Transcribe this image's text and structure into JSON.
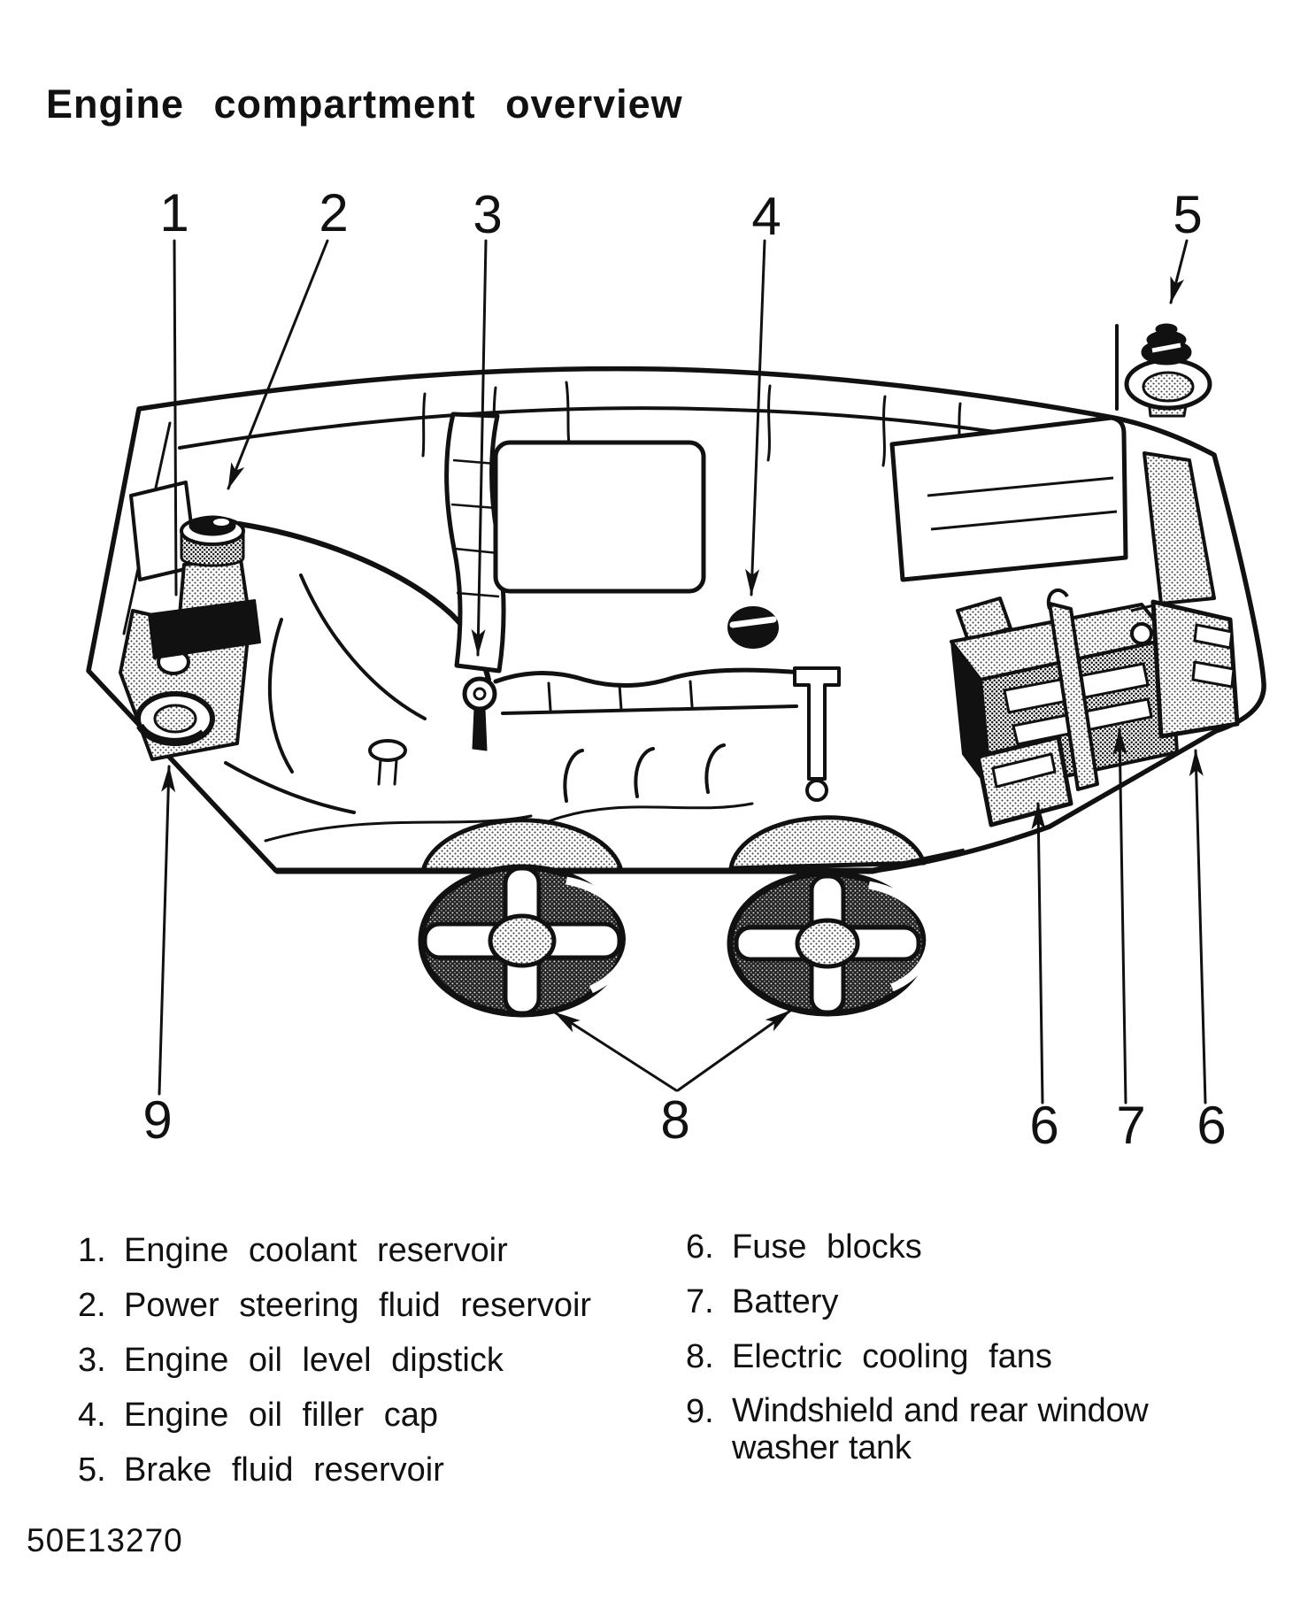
{
  "page": {
    "title": "Engine compartment overview",
    "figure_code": "50E13270"
  },
  "diagram": {
    "description": "Line-art top view of an automobile engine compartment with numbered callouts",
    "callouts": [
      "1",
      "2",
      "3",
      "4",
      "5",
      "9",
      "8",
      "6",
      "7",
      "6"
    ]
  },
  "legend": {
    "left": [
      {
        "num": "1.",
        "label": "Engine coolant reservoir"
      },
      {
        "num": "2.",
        "label": "Power steering fluid reservoir"
      },
      {
        "num": "3.",
        "label": "Engine oil level dipstick"
      },
      {
        "num": "4.",
        "label": "Engine oil filler cap"
      },
      {
        "num": "5.",
        "label": "Brake fluid reservoir"
      }
    ],
    "right": [
      {
        "num": "6.",
        "label": "Fuse blocks"
      },
      {
        "num": "7.",
        "label": "Battery"
      },
      {
        "num": "8.",
        "label": "Electric cooling fans"
      },
      {
        "num": "9.",
        "label": "Windshield and rear window washer tank"
      }
    ]
  },
  "colors": {
    "ink": "#111111",
    "paper": "#ffffff"
  }
}
